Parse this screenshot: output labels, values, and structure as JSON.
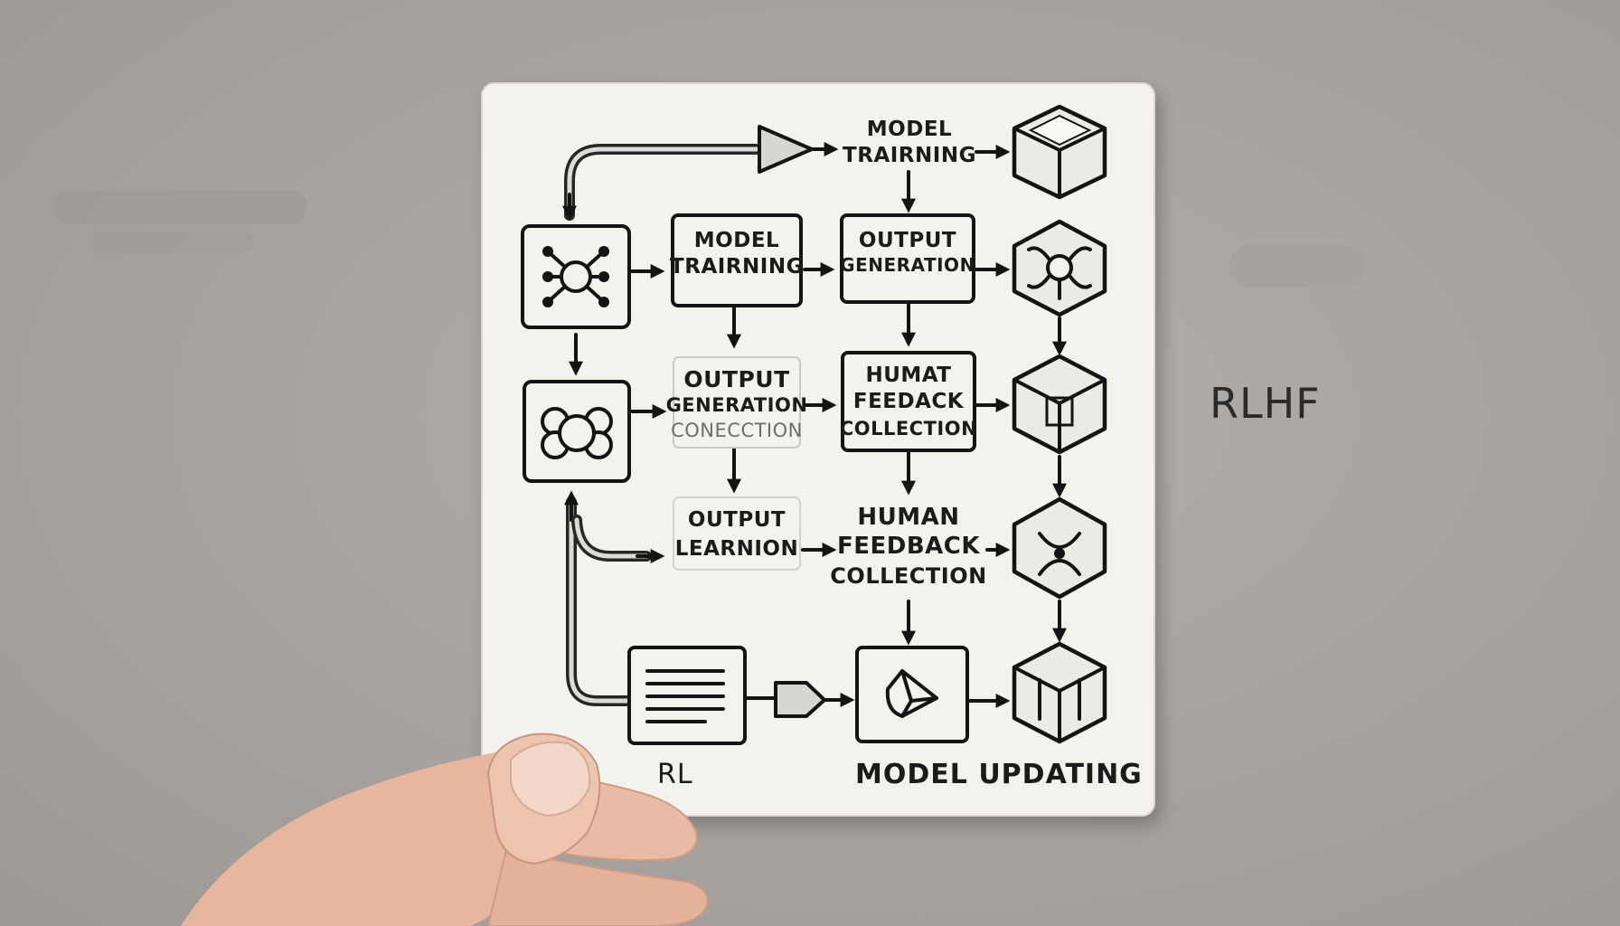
{
  "background_label": "RLHF",
  "card": {
    "nodes": {
      "top_training": [
        "MODEL",
        "TRAIRNING"
      ],
      "mid_training": [
        "MODEL",
        "TRAIRNING"
      ],
      "mid_output_generation": [
        "OUTPUT",
        "GENERATION"
      ],
      "row2_output_generation": [
        "OUTPUT",
        "GENERATION",
        "CONECCTION"
      ],
      "row2_human_feedback": [
        "HUMAT",
        "FEEDACK",
        "COLLECTION"
      ],
      "row3_output_learning": [
        "OUTPUT",
        "LEARNION"
      ],
      "row3_human_feedback": [
        "HUMAN",
        "FEEDBACK",
        "COLLECTION"
      ]
    },
    "bottom_labels": {
      "left": "RL",
      "right": "MODEL UPDATING"
    }
  },
  "colors": {
    "card": "#f3f2ec",
    "ink": "#141414",
    "background": "#a8a39f",
    "skin": "#e8b8a2"
  },
  "icons": [
    "network-node-icon",
    "cluster-icon",
    "cube-icon",
    "document-list-icon",
    "triangle-shape-icon",
    "pipe-arrow-icon"
  ]
}
